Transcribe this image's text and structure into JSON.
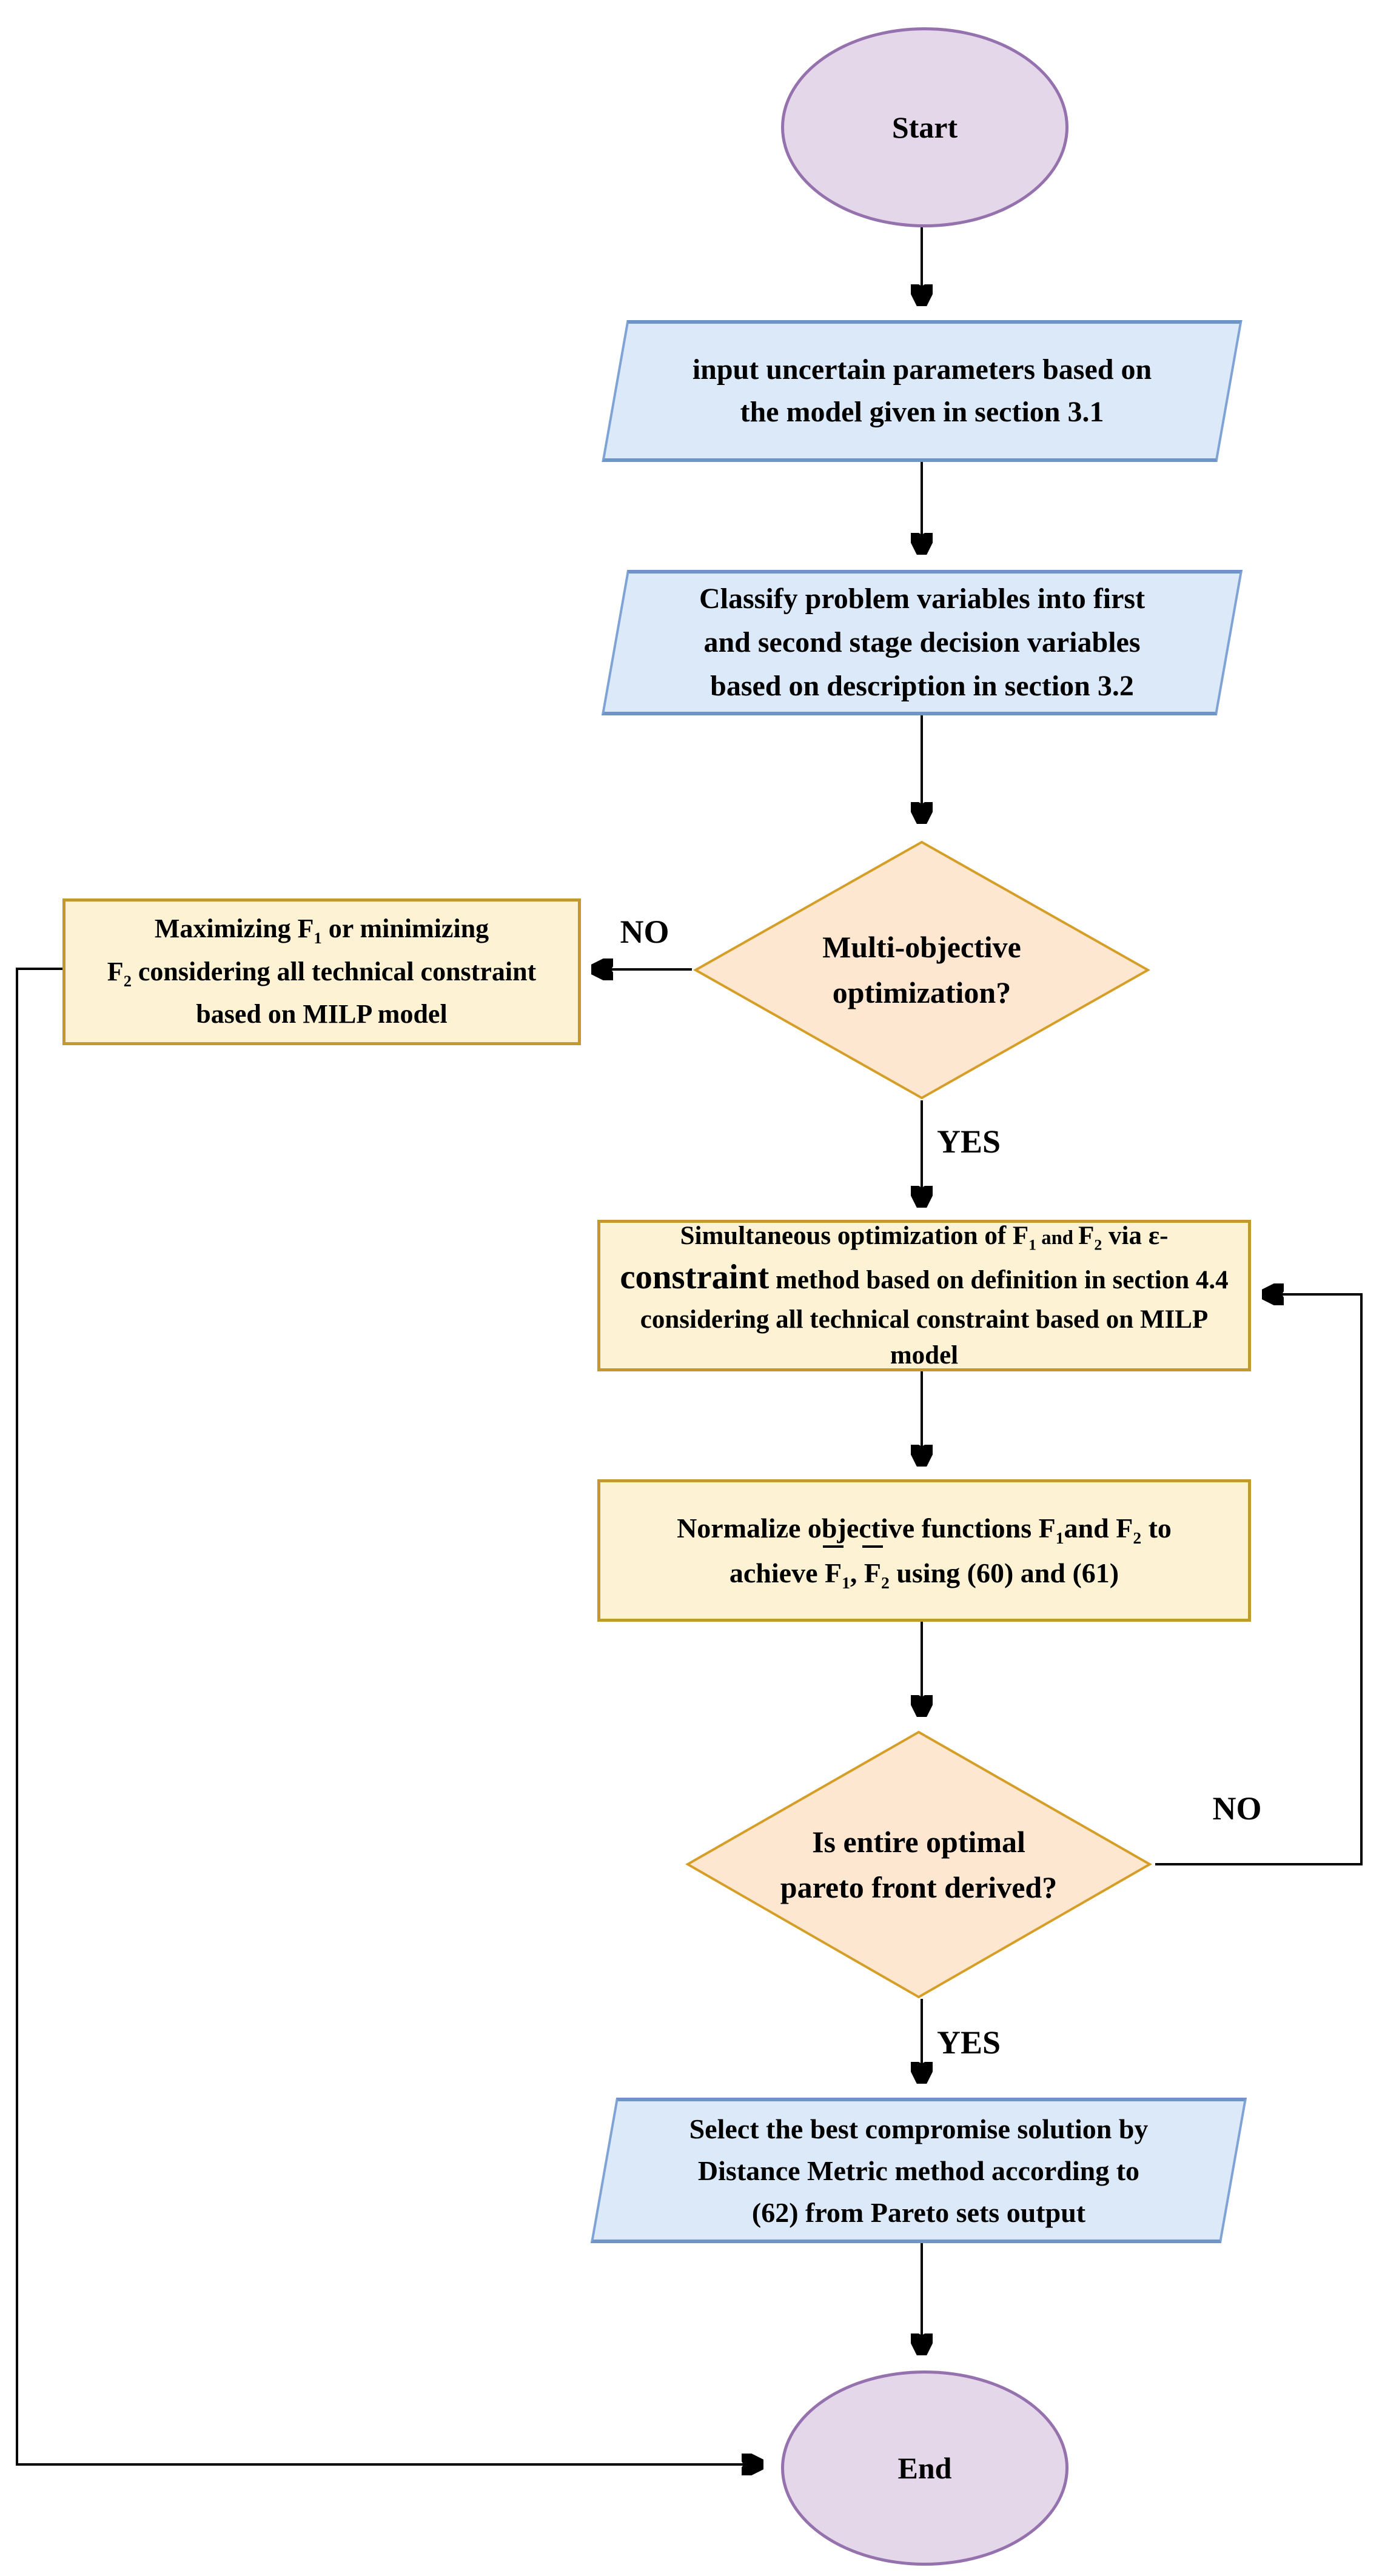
{
  "diagram": {
    "type": "flowchart",
    "colors": {
      "terminal_fill": "#e5d7ea",
      "terminal_border": "#9571ad",
      "io_fill": "#dce9f8",
      "io_border": "#7fa3d4",
      "decision_fill": "#fde7d1",
      "decision_border": "#d49e27",
      "process_fill": "#fdf3d4",
      "process_border": "#c2992e",
      "connector": "#000000",
      "text": "#000000"
    },
    "labels": {
      "no_to_single_objective": "NO",
      "yes_to_epsilon": "YES",
      "no_loop_back": "NO",
      "yes_to_select": "YES"
    },
    "nodes": {
      "start": {
        "type": "terminal",
        "text": "Start"
      },
      "input_parameters": {
        "type": "io",
        "lines": [
          [
            {
              "t": "input uncertain parameters based on"
            }
          ],
          [
            {
              "t": "the model given in section 3.1"
            }
          ]
        ]
      },
      "classify_variables": {
        "type": "io",
        "lines": [
          [
            {
              "t": "Classify problem variables into first"
            }
          ],
          [
            {
              "t": "and second stage decision variables"
            }
          ],
          [
            {
              "t": "based on description in section 3.2"
            }
          ]
        ]
      },
      "multi_objective": {
        "type": "decision",
        "lines": [
          [
            {
              "t": "Multi-objective"
            }
          ],
          [
            {
              "t": "optimization?"
            }
          ]
        ]
      },
      "single_objective": {
        "type": "process",
        "lines": [
          [
            {
              "t": "Maximizing F"
            },
            {
              "t": "1",
              "cls": "sub"
            },
            {
              "t": " or minimizing"
            }
          ],
          [
            {
              "t": "F"
            },
            {
              "t": "2",
              "cls": "sub"
            },
            {
              "t": " considering all technical constraint"
            }
          ],
          [
            {
              "t": "based on MILP model"
            }
          ]
        ]
      },
      "epsilon_constraint": {
        "type": "process",
        "lines": [
          [
            {
              "t": "Simultaneous optimization of F"
            },
            {
              "t": "1",
              "cls": "sub"
            },
            {
              "t": " and ",
              "cls": "sm"
            },
            {
              "t": "F"
            },
            {
              "t": "2",
              "cls": "sub"
            },
            {
              "t": " via ε-"
            }
          ],
          [
            {
              "t": "constraint",
              "cls": "lg"
            },
            {
              "t": " method based on definition in section 4.4"
            }
          ],
          [
            {
              "t": "considering all technical constraint based on MILP"
            }
          ],
          [
            {
              "t": "model"
            }
          ]
        ]
      },
      "normalize": {
        "type": "process",
        "lines": [
          [
            {
              "t": "Normalize objective functions F"
            },
            {
              "t": "1",
              "cls": "sub"
            },
            {
              "t": "and F"
            },
            {
              "t": "2",
              "cls": "sub"
            },
            {
              "t": "  to"
            }
          ],
          [
            {
              "t": "achieve "
            },
            {
              "t": "F",
              "cls": "ov"
            },
            {
              "t": "1",
              "cls": "sub"
            },
            {
              "t": ", "
            },
            {
              "t": "F",
              "cls": "ov"
            },
            {
              "t": "2",
              "cls": "sub"
            },
            {
              "t": " using (60) and (61)"
            }
          ]
        ]
      },
      "pareto_front": {
        "type": "decision",
        "lines": [
          [
            {
              "t": "Is entire optimal"
            }
          ],
          [
            {
              "t": "pareto front derived?"
            }
          ]
        ]
      },
      "select_best": {
        "type": "io",
        "lines": [
          [
            {
              "t": "Select the best compromise solution by"
            }
          ],
          [
            {
              "t": "Distance Metric method according to"
            }
          ],
          [
            {
              "t": "(62) from Pareto sets output"
            }
          ]
        ]
      },
      "end": {
        "type": "terminal",
        "text": "End"
      }
    }
  }
}
